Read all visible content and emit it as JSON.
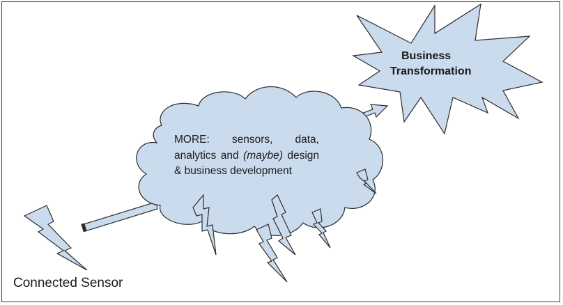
{
  "burst": {
    "line1": "Business",
    "line2": "Transformation"
  },
  "cloud": {
    "prefix": "MORE: sensors, data, analytics and ",
    "italic": "(maybe)",
    "suffix": " design & business development"
  },
  "sensor": {
    "label": "Connected Sensor"
  },
  "colors": {
    "fill": "#c9dbed",
    "stroke": "#2b2b2b"
  }
}
